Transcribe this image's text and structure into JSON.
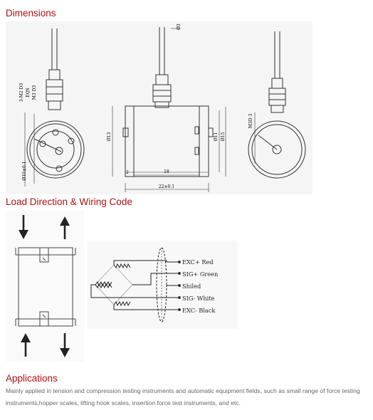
{
  "sections": {
    "dimensions_title": "Dimensions",
    "wiring_title": "Load Direction & Wiring Code",
    "applications_title": "Applications",
    "applications_text": "Mainly applied in tension and compression testing instruments and automatic equipment fields, such as small range of force testing instruments,hopper scales, lifting hook scales, insertion force test instruments, and etc."
  },
  "drawing": {
    "dim_cable": "Ø3",
    "dim_body_height": "Ø13",
    "dim_inner_1": "Ø11",
    "dim_inner_2": "Ø15",
    "dim_bolt_circle": "Ø10±0.1",
    "dim_thread_a": "3-M2 D3",
    "dim_thread_b": "EQS",
    "dim_thread_c": "M3 D3",
    "dim_thread_right": "M3D 3",
    "dim_width_inner": "18",
    "dim_width_total": "22±0.1",
    "dim_left_offset": "2"
  },
  "wiring": {
    "labels": [
      "EXC+ Red",
      "SIG+ Green",
      "Shiled",
      "SIG- White",
      "EXC- Black"
    ],
    "colors": {
      "accent": "#b30f12",
      "line": "#222222"
    }
  }
}
